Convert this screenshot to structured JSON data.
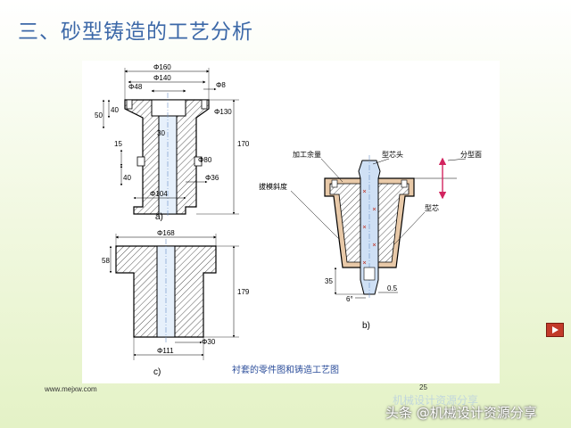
{
  "slide": {
    "title": "三、砂型铸造的工艺分析",
    "footer_url": "www.mejxw.com",
    "page_number": "25"
  },
  "figure": {
    "caption": "衬套的零件图和铸造工艺图",
    "part_a": {
      "label": "a)",
      "dims": {
        "d160": "Φ160",
        "d140": "Φ140",
        "d48": "Φ48",
        "d8": "Φ8",
        "d130": "Φ130",
        "d80": "Φ80",
        "d36": "Φ36",
        "d104": "Φ104",
        "h50": "50",
        "h40": "40",
        "h15": "15",
        "h30": "30",
        "h40b": "40",
        "h170": "170"
      }
    },
    "part_c": {
      "label": "c)",
      "dims": {
        "d168": "Φ168",
        "h58": "58",
        "h179": "179",
        "d30": "Φ30",
        "d111": "Φ111"
      }
    },
    "part_b": {
      "label": "b)",
      "callouts": {
        "allowance": "加工余量",
        "core_print": "型芯头",
        "parting_plane": "分型面",
        "draft": "拔模斜度",
        "core": "型芯"
      },
      "dims": {
        "h35": "35",
        "angle6": "6°",
        "t05": "0.5"
      }
    }
  },
  "watermark": {
    "text": "头条 @机械设计资源分享",
    "ghost": "机械设计资源分享"
  },
  "colors": {
    "title": "#3c68a8",
    "hatch": "#555555",
    "core_blue": "#cfe0f5",
    "allowance_fill": "#e8c9a8",
    "parting_arrow": "#d2245f",
    "nav_button": "#c23a2a"
  },
  "icons": {
    "nav": "play-triangle-icon"
  }
}
